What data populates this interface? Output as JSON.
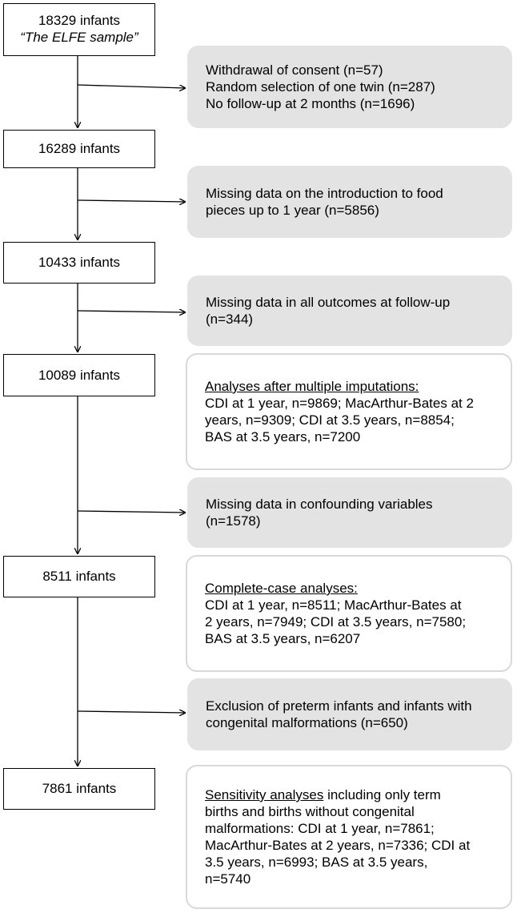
{
  "flow": {
    "box1": {
      "line1": "18329 infants",
      "line2": "“The ELFE sample”"
    },
    "excl1": [
      "Withdrawal of consent (n=57)",
      "Random selection of one twin (n=287)",
      "No follow-up at 2 months (n=1696)"
    ],
    "box2": "16289 infants",
    "excl2": [
      "Missing data on the introduction to food",
      "pieces up to 1 year (n=5856)"
    ],
    "box3": "10433 infants",
    "excl3": [
      "Missing data in all outcomes at follow-up",
      "(n=344)"
    ],
    "box4": "10089 infants",
    "note4": {
      "heading": "Analyses after multiple imputations:",
      "lines": [
        "CDI at 1 year, n=9869; MacArthur-Bates at 2",
        "years, n=9309; CDI at 3.5 years, n=8854;",
        "BAS at 3.5 years, n=7200"
      ]
    },
    "excl4": [
      "Missing data in confounding variables",
      "(n=1578)"
    ],
    "box5": "8511 infants",
    "note5": {
      "heading": "Complete-case analyses:",
      "lines": [
        "CDI at 1 year, n=8511; MacArthur-Bates at",
        "2 years, n=7949; CDI at 3.5 years, n=7580;",
        "BAS at 3.5 years, n=6207"
      ]
    },
    "excl5": [
      "Exclusion of preterm infants and infants with",
      "congenital malformations (n=650)"
    ],
    "box6": "7861 infants",
    "note6": {
      "heading": "Sensitivity analyses",
      "first_rest": " including only term",
      "lines": [
        "births and births without congenital",
        "malformations: CDI at 1 year, n=7861;",
        "MacArthur-Bates at 2 years, n=7336; CDI at",
        "3.5 years, n=6993; BAS at 3.5 years,",
        "n=5740"
      ]
    }
  }
}
